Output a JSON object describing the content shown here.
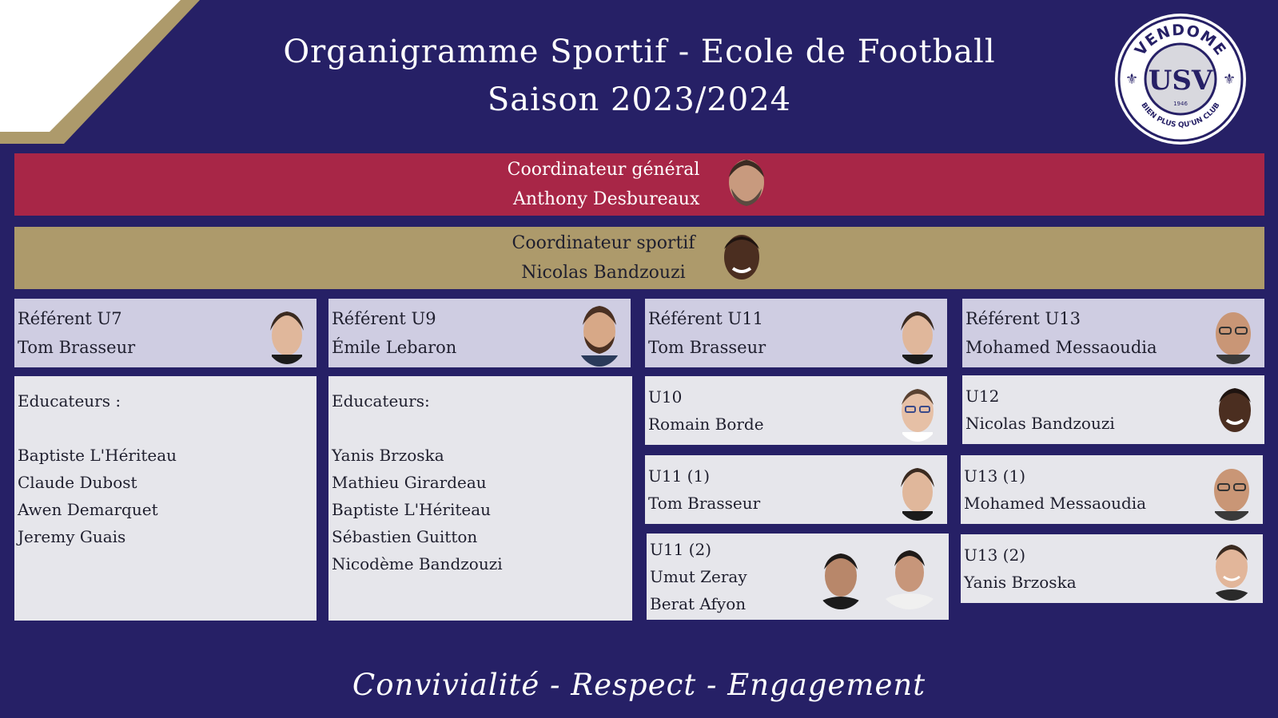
{
  "header": {
    "title_line1": "Organigramme Sportif - Ecole de Football",
    "title_line2": "Saison 2023/2024"
  },
  "logo": {
    "top_text": "VENDOME",
    "monogram": "USV",
    "year": "1946",
    "bottom_text": "BIEN PLUS QU'UN CLUB"
  },
  "coordinators": {
    "general": {
      "role": "Coordinateur général",
      "name": "Anthony Desbureaux"
    },
    "sport": {
      "role": "Coordinateur sportif",
      "name": "Nicolas Bandzouzi"
    }
  },
  "referents": [
    {
      "role": "Référent U7",
      "name": "Tom Brasseur"
    },
    {
      "role": "Référent U9",
      "name": "Émile  Lebaron"
    },
    {
      "role": "Référent U11",
      "name": "Tom Brasseur"
    },
    {
      "role": "Référent U13",
      "name": "Mohamed Messaoudia"
    }
  ],
  "educators": [
    {
      "heading": "Educateurs :",
      "names": [
        "Baptiste L'Hériteau",
        "Claude Dubost",
        "Awen Demarquet",
        "Jeremy Guais"
      ]
    },
    {
      "heading": "Educateurs:",
      "names": [
        "Yanis Brzoska",
        "Mathieu Girardeau",
        "Baptiste L'Hériteau",
        "Sébastien Guitton",
        "Nicodème Bandzouzi"
      ]
    }
  ],
  "teams_u11": [
    {
      "team": "U10",
      "names": [
        "Romain Borde"
      ]
    },
    {
      "team": "U11 (1)",
      "names": [
        "Tom Brasseur"
      ]
    },
    {
      "team": "U11 (2)",
      "names": [
        "Umut Zeray",
        "Berat Afyon"
      ]
    }
  ],
  "teams_u13": [
    {
      "team": "U12",
      "names": [
        "Nicolas Bandzouzi"
      ]
    },
    {
      "team": "U13 (1)",
      "names": [
        "Mohamed Messaoudia"
      ]
    },
    {
      "team": "U13 (2)",
      "names": [
        "Yanis Brzoska"
      ]
    }
  ],
  "motto": "Convivialité - Respect - Engagement",
  "colors": {
    "background": "#262066",
    "general_band": "#a82647",
    "sport_band": "#ad9a6b",
    "referent_card": "#cfcde2",
    "team_card": "#e6e6eb"
  }
}
